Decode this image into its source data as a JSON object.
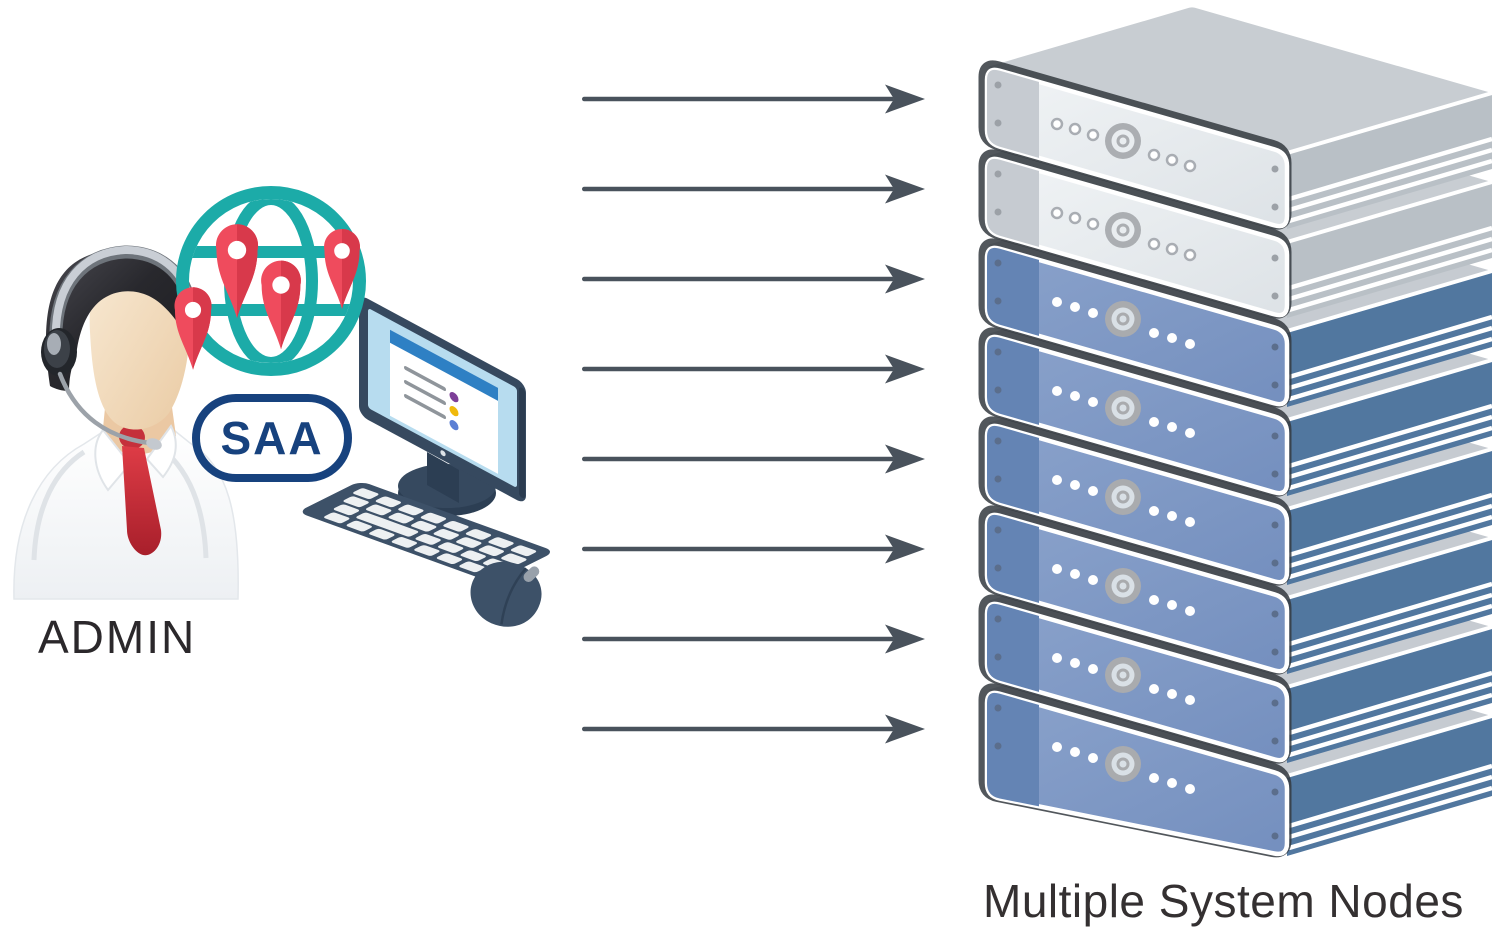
{
  "title": "Admin connected to multiple system nodes",
  "admin": {
    "label": "ADMIN",
    "label_color": "#2B282B"
  },
  "saa_badge": {
    "label": "SAA",
    "color": "#17427E"
  },
  "globe": {
    "color": "#1CABA8",
    "pin_color": "#EF4B5D",
    "pin_color_dark": "#D8394B",
    "pin_count": 4
  },
  "workstation": {
    "monitor_frame_color": "#36495F",
    "screen_color": "#B7DCEF",
    "window_header_color": "#2E80C4",
    "list_line_color": "#8F959B",
    "list_dot_colors": [
      "#7D3F98",
      "#F0B90B",
      "#5B7FD4"
    ],
    "keyboard_color": "#3D5168",
    "key_color": "#EDF0F2",
    "mouse_color": "#3D5168"
  },
  "arrows": {
    "count": 8,
    "color": "#49525C"
  },
  "server_stack": {
    "label": "Multiple System Nodes",
    "label_color": "#343031",
    "servers": [
      {
        "type": "gray"
      },
      {
        "type": "gray"
      },
      {
        "type": "blue"
      },
      {
        "type": "blue"
      },
      {
        "type": "blue"
      },
      {
        "type": "blue"
      },
      {
        "type": "blue"
      },
      {
        "type": "blue"
      }
    ],
    "schemes": {
      "gray": {
        "front1": "#F1F4F6",
        "front2": "#DEE3E7",
        "strip": "#C6CBD1",
        "side": "#B9C0C6",
        "top": "#C8CDD2",
        "dot_fill": "#FFFFFF",
        "dot_stroke": "#A9ADB3",
        "knob_ring": "#ABAEB2",
        "knob_face": "#E9EDF0",
        "screw": "#9CA1A7"
      },
      "blue": {
        "front1": "#8AA2CB",
        "front2": "#7590BF",
        "strip": "#6484B4",
        "side": "#51779F",
        "top": "#C6CBD1",
        "dot_fill": "#FFFFFF",
        "dot_stroke": "",
        "knob_ring": "#A9ABAE",
        "knob_face": "#D9E0E6",
        "screw": "#5B6E8C"
      }
    }
  }
}
